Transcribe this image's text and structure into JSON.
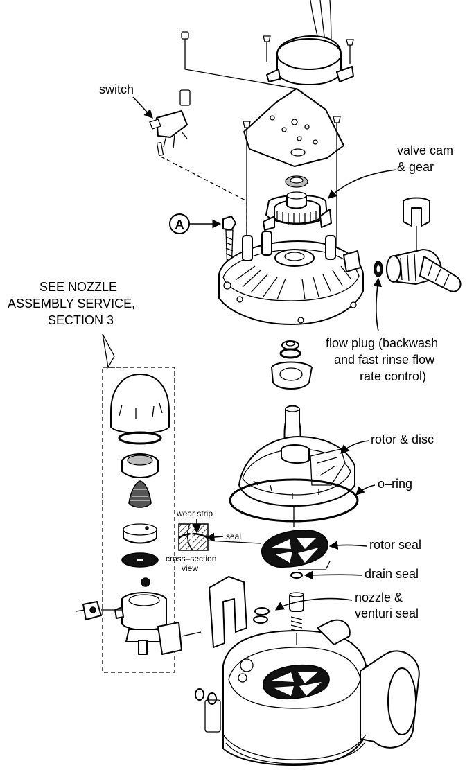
{
  "labels": {
    "switch": "switch",
    "valve_cam_1": "valve cam",
    "valve_cam_2": "& gear",
    "callout_a": "A",
    "see_nozzle_1": "SEE NOZZLE",
    "see_nozzle_2": "ASSEMBLY SERVICE,",
    "see_nozzle_3": "SECTION 3",
    "flow_plug_1": "flow plug (backwash",
    "flow_plug_2": "and fast rinse flow",
    "flow_plug_3": "rate control)",
    "rotor_disc": "rotor & disc",
    "o_ring": "o–ring",
    "wear_strip": "wear strip",
    "seal": "seal",
    "cross_section_1": "cross–section",
    "cross_section_2": "view",
    "rotor_seal": "rotor seal",
    "drain_seal": "drain seal",
    "nozzle_venturi_1": "nozzle &",
    "nozzle_venturi_2": "venturi seal"
  }
}
